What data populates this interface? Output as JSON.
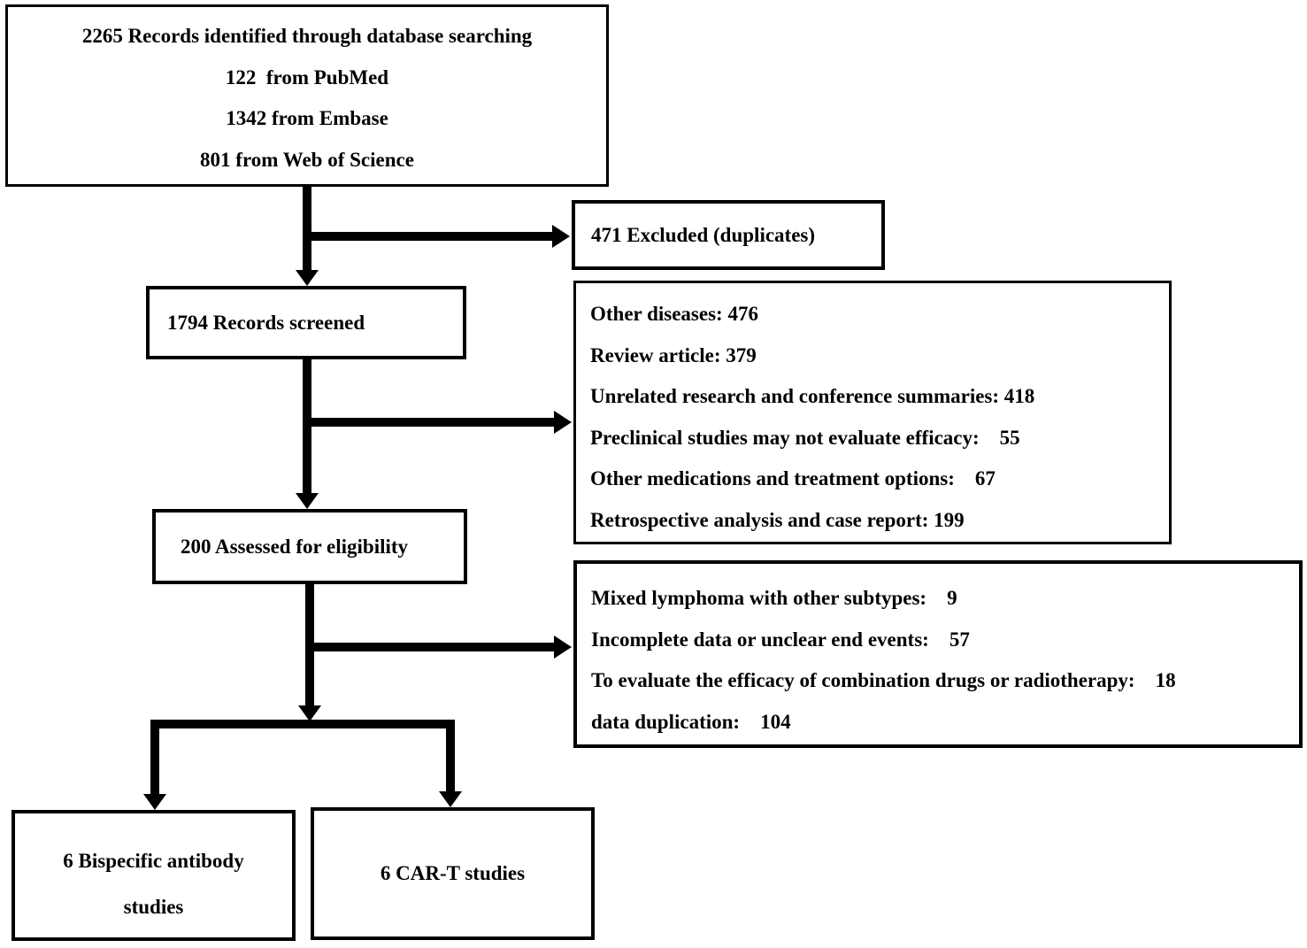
{
  "colors": {
    "border": "#000000",
    "text": "#000000",
    "background": "#ffffff"
  },
  "boxes": {
    "identified": {
      "lines": [
        "2265 Records identified through database searching",
        "122  from PubMed",
        "1342 from Embase",
        "801 from Web of Science"
      ]
    },
    "excluded_duplicates": {
      "text": "471 Excluded (duplicates)"
    },
    "screened": {
      "text": "1794 Records screened"
    },
    "screening_exclusions": {
      "lines": [
        "Other diseases: 476",
        "Review article: 379",
        "Unrelated research and conference summaries: 418",
        "Preclinical studies may not evaluate efficacy:    55",
        "Other medications and treatment options:    67",
        "Retrospective analysis and case report: 199"
      ]
    },
    "eligibility": {
      "text": "200 Assessed for eligibility"
    },
    "eligibility_exclusions": {
      "lines": [
        "Mixed lymphoma with other subtypes:    9",
        "Incomplete data or unclear end events:    57",
        "To evaluate the efficacy of combination drugs or radiotherapy:    18",
        "data duplication:    104"
      ]
    },
    "bispecific": {
      "lines": [
        "6 Bispecific antibody",
        "studies"
      ]
    },
    "cart": {
      "text": "6 CAR-T studies"
    }
  }
}
